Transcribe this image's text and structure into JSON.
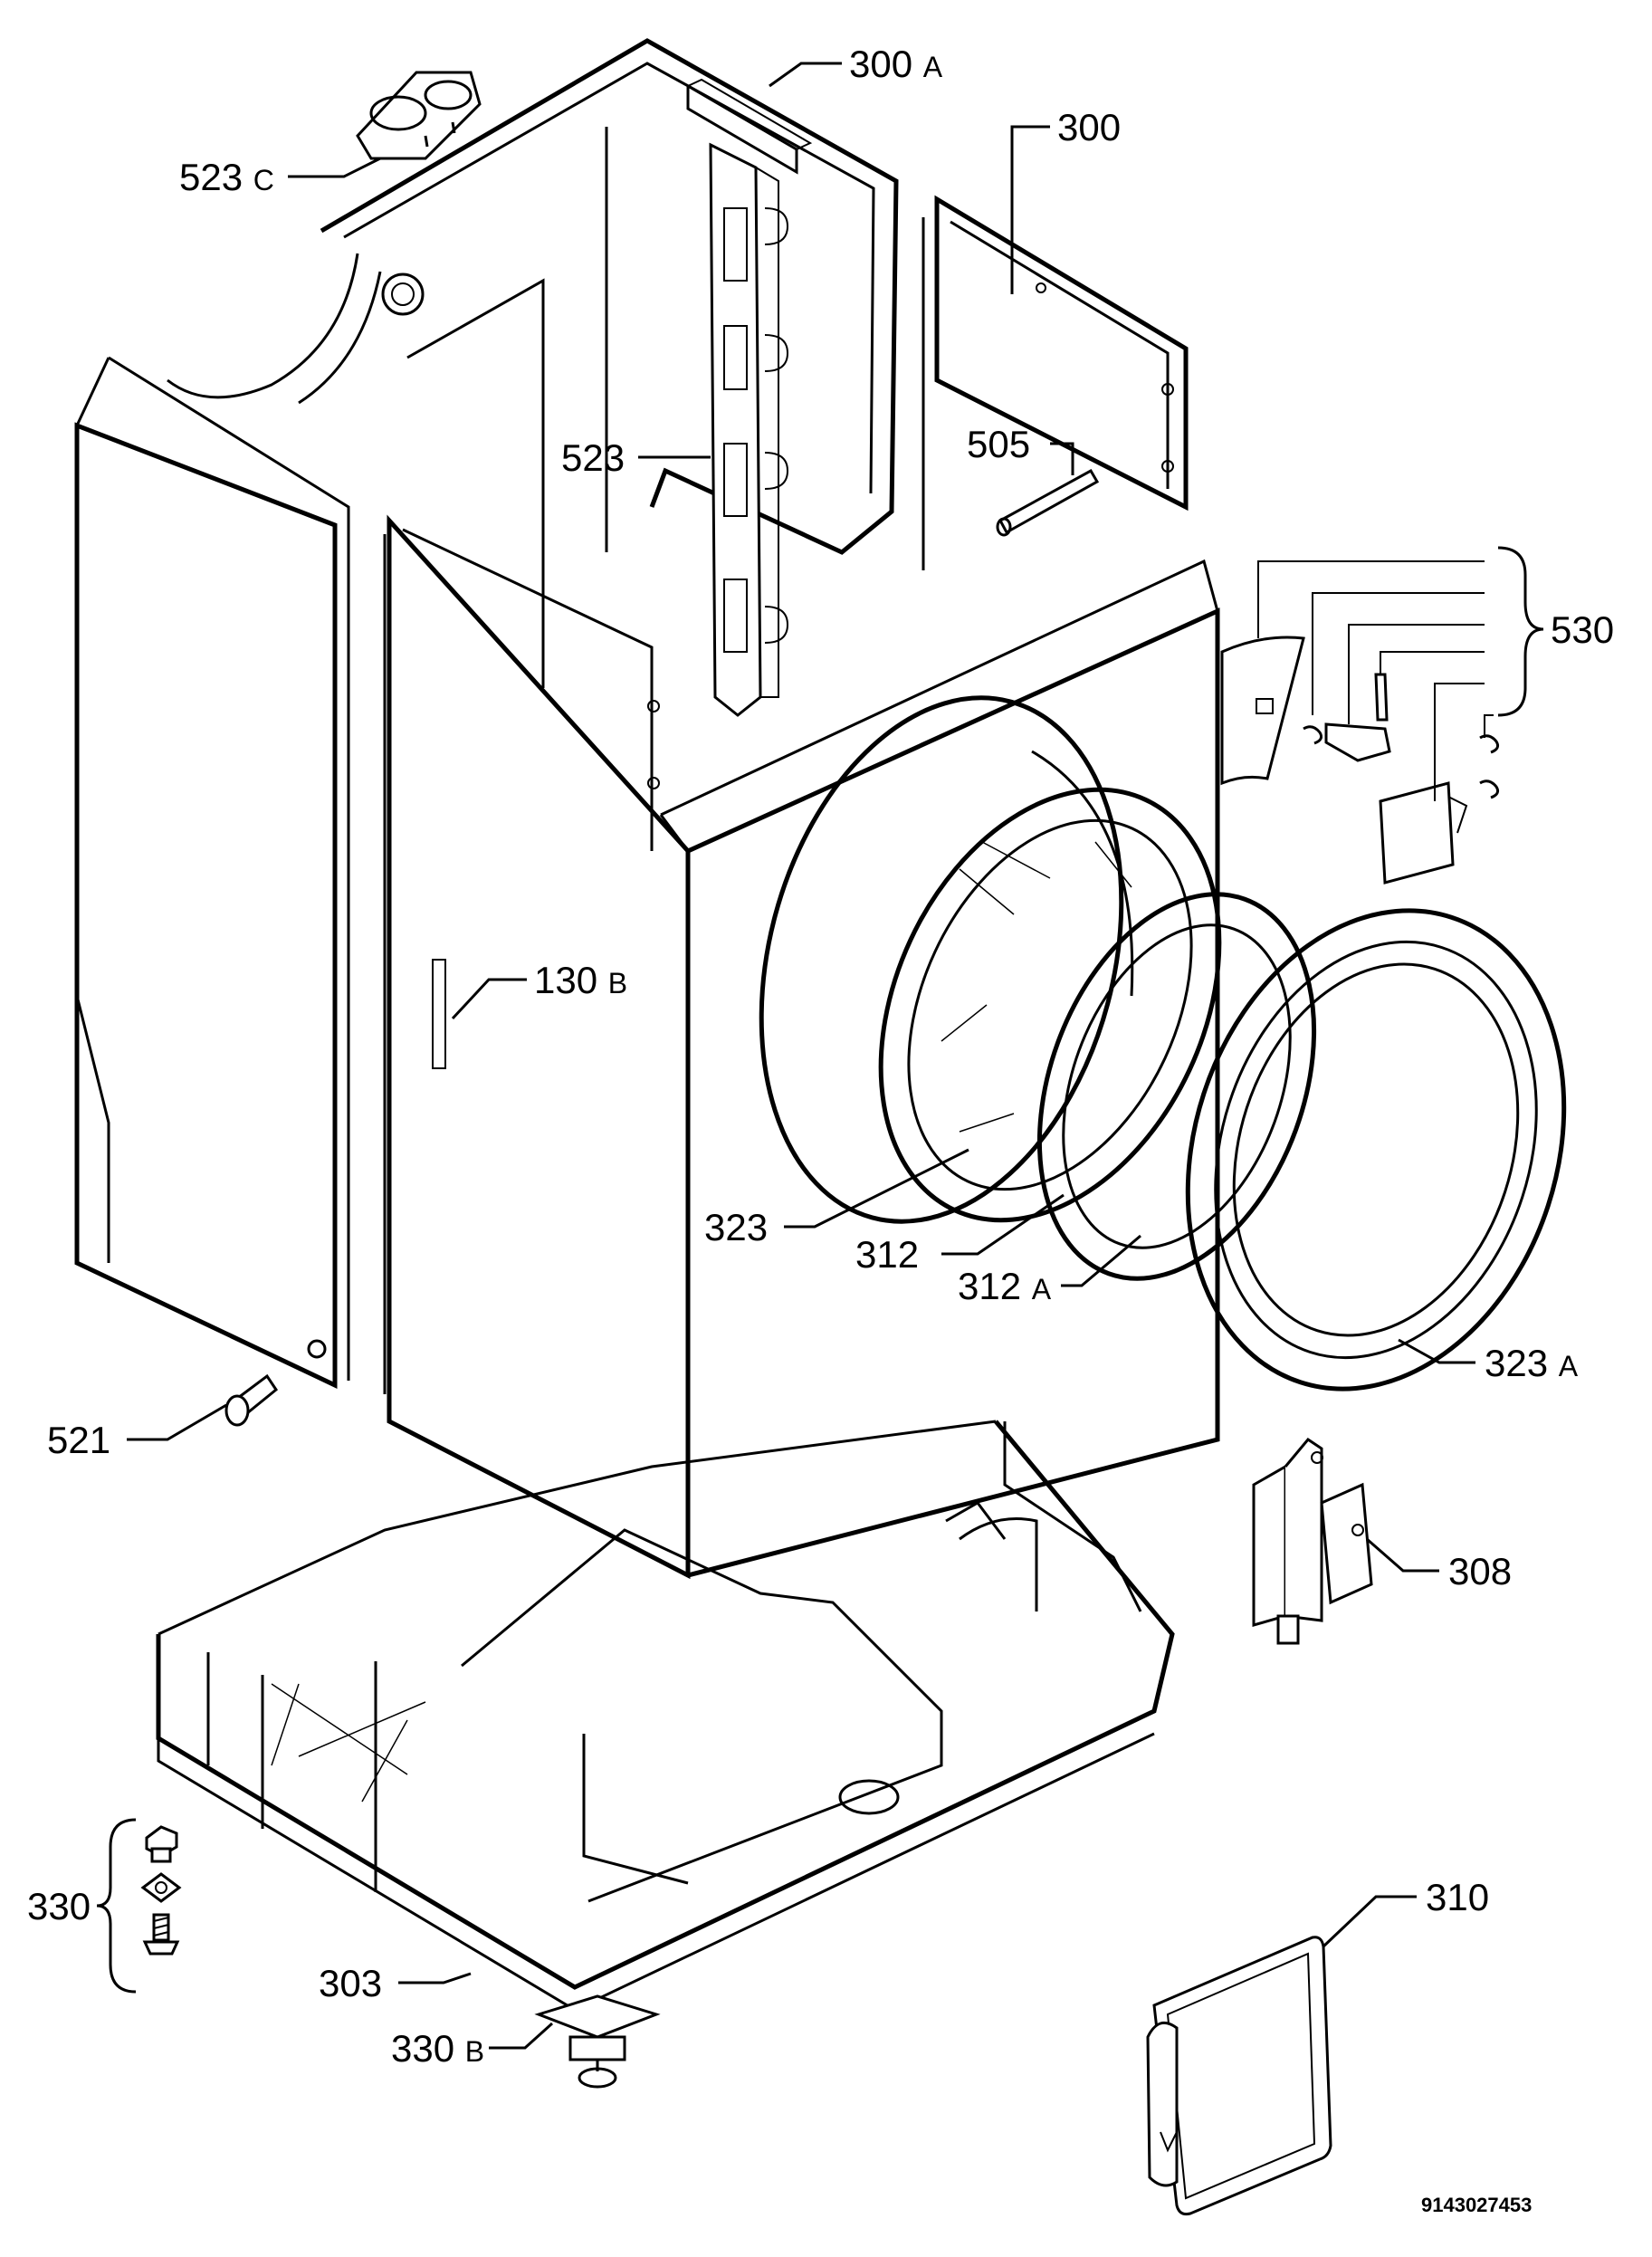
{
  "diagram": {
    "drawing_code": "9143027453",
    "callouts": [
      {
        "id": "523c",
        "label": "523C"
      },
      {
        "id": "300a",
        "label": "300A"
      },
      {
        "id": "300",
        "label": "300"
      },
      {
        "id": "523",
        "label": "523"
      },
      {
        "id": "505",
        "label": "505"
      },
      {
        "id": "530",
        "label": "530"
      },
      {
        "id": "130b",
        "label": "130B"
      },
      {
        "id": "323",
        "label": "323"
      },
      {
        "id": "312",
        "label": "312"
      },
      {
        "id": "312a",
        "label": "312A"
      },
      {
        "id": "323a",
        "label": "323A"
      },
      {
        "id": "521",
        "label": "521"
      },
      {
        "id": "308",
        "label": "308"
      },
      {
        "id": "330",
        "label": "330"
      },
      {
        "id": "303",
        "label": "303"
      },
      {
        "id": "330b",
        "label": "330B"
      },
      {
        "id": "310",
        "label": "310"
      }
    ]
  }
}
